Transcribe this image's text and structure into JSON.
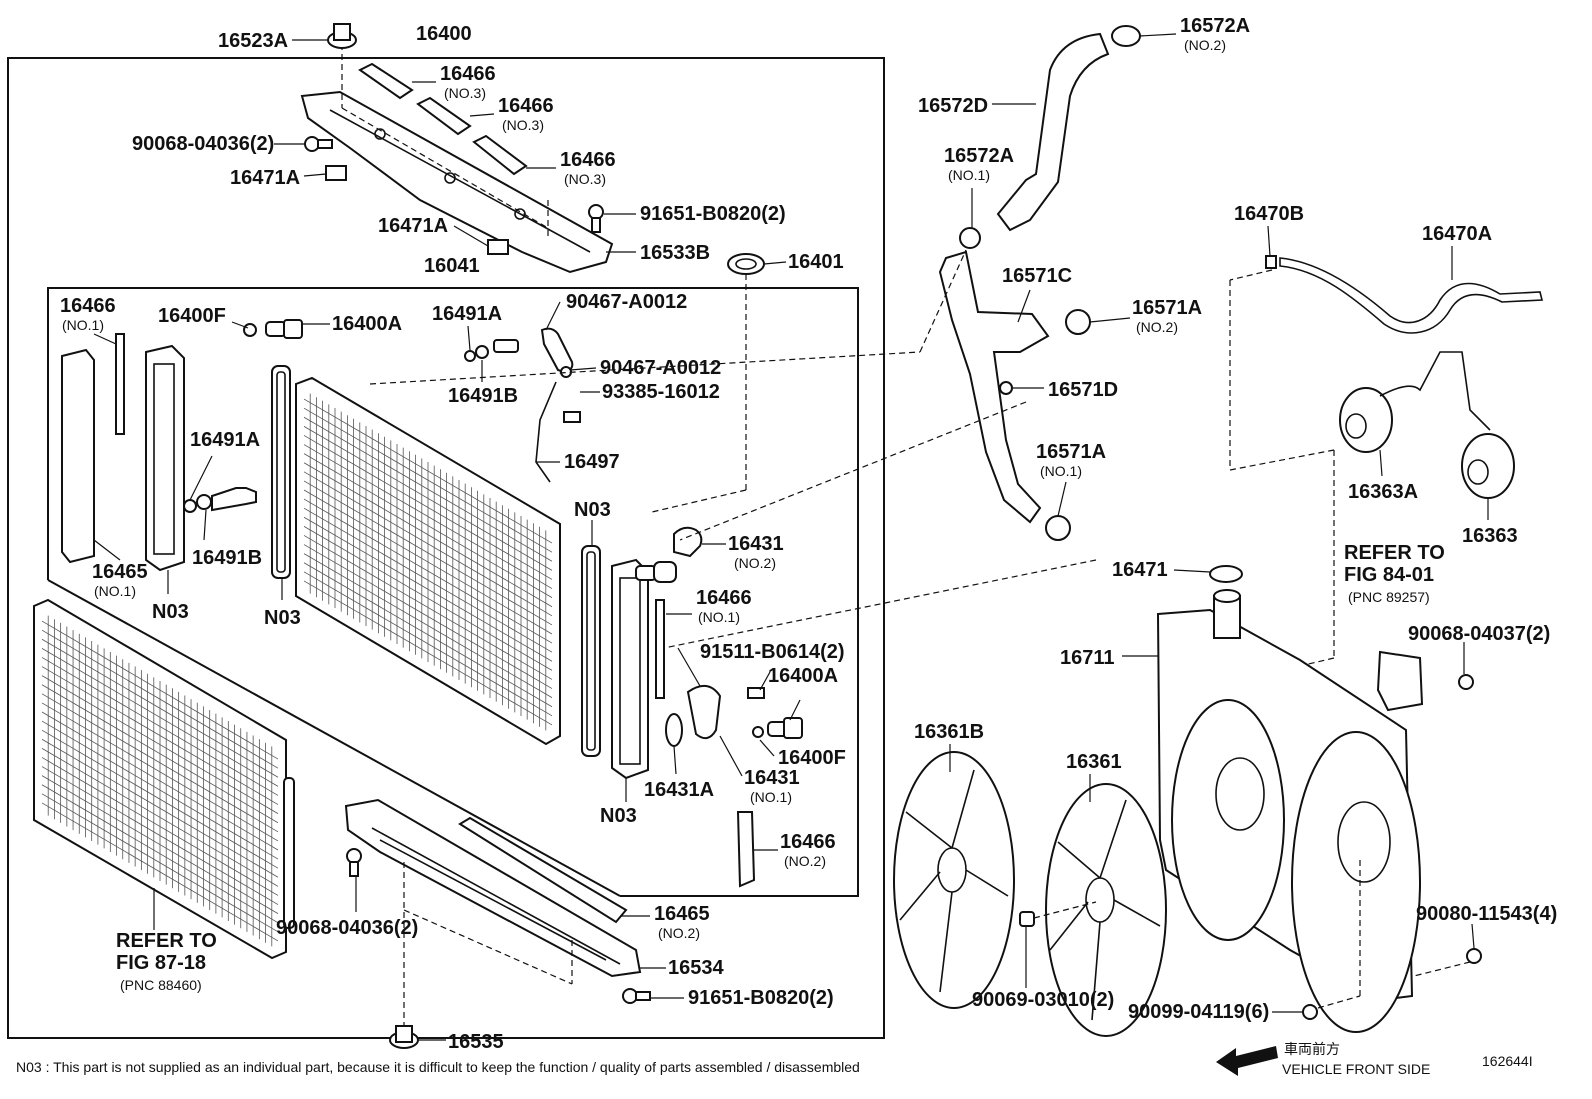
{
  "labels": {
    "l16523A": "16523A",
    "l16400": "16400",
    "l16466_a": "16466",
    "l16466_b": "16466",
    "l16466_c": "16466",
    "l16466_d": "16466",
    "l16466_e": "16466",
    "l16466_f": "16466",
    "l9006804036_top": "90068-04036(2)",
    "l16471A_a": "16471A",
    "l16471A_b": "16471A",
    "l91651B0820_top": "91651-B0820(2)",
    "l16533B": "16533B",
    "l16041": "16041",
    "l16401": "16401",
    "l16400F_a": "16400F",
    "l16400A_a": "16400A",
    "l16491A_a": "16491A",
    "l16491B_a": "16491B",
    "l16491A_b": "16491A",
    "l16491B_b": "16491B",
    "l90467A0012_a": "90467-A0012",
    "l90467A0012_b": "90467-A0012",
    "l9338516012": "93385-16012",
    "l16497": "16497",
    "l16465_a": "16465",
    "l16465_b": "16465",
    "lN03_a": "N03",
    "lN03_b": "N03",
    "lN03_c": "N03",
    "lN03_d": "N03",
    "l16431_a": "16431",
    "l16431_b": "16431",
    "l91511B0614": "91511-B0614(2)",
    "l16400A_b": "16400A",
    "l16400F_b": "16400F",
    "l16431A": "16431A",
    "l9006804036_bot": "90068-04036(2)",
    "l16534": "16534",
    "l91651B0820_bot": "91651-B0820(2)",
    "l16535": "16535",
    "l16572A_a": "16572A",
    "l16572D": "16572D",
    "l16572A_b": "16572A",
    "l16571C": "16571C",
    "l16571A_a": "16571A",
    "l16571D": "16571D",
    "l16571A_b": "16571A",
    "l16470B": "16470B",
    "l16470A": "16470A",
    "l16363A": "16363A",
    "l16363": "16363",
    "l16471": "16471",
    "l16711": "16711",
    "l9006804037": "90068-04037(2)",
    "l16361B": "16361B",
    "l16361": "16361",
    "l9008011543": "90080-11543(4)",
    "l9006903010": "90069-03010(2)",
    "l9009904119": "90099-04119(6)"
  },
  "sublabels": {
    "no1": "(NO.1)",
    "no2": "(NO.2)",
    "no3": "(NO.3)"
  },
  "refer": {
    "ref_word": "REFER TO",
    "fig_87": "FIG 87-18",
    "pnc_87": "(PNC 88460)",
    "fig_84": "FIG 84-01",
    "pnc_84": "(PNC 89257)"
  },
  "footer": {
    "note": "N03 : This part is not supplied as an individual part, because it is difficult to keep the function / quality of parts  assembled / disassembled",
    "direction_jp": "車両前方",
    "direction_en": "VEHICLE FRONT SIDE",
    "diagram_id": "162644I"
  }
}
